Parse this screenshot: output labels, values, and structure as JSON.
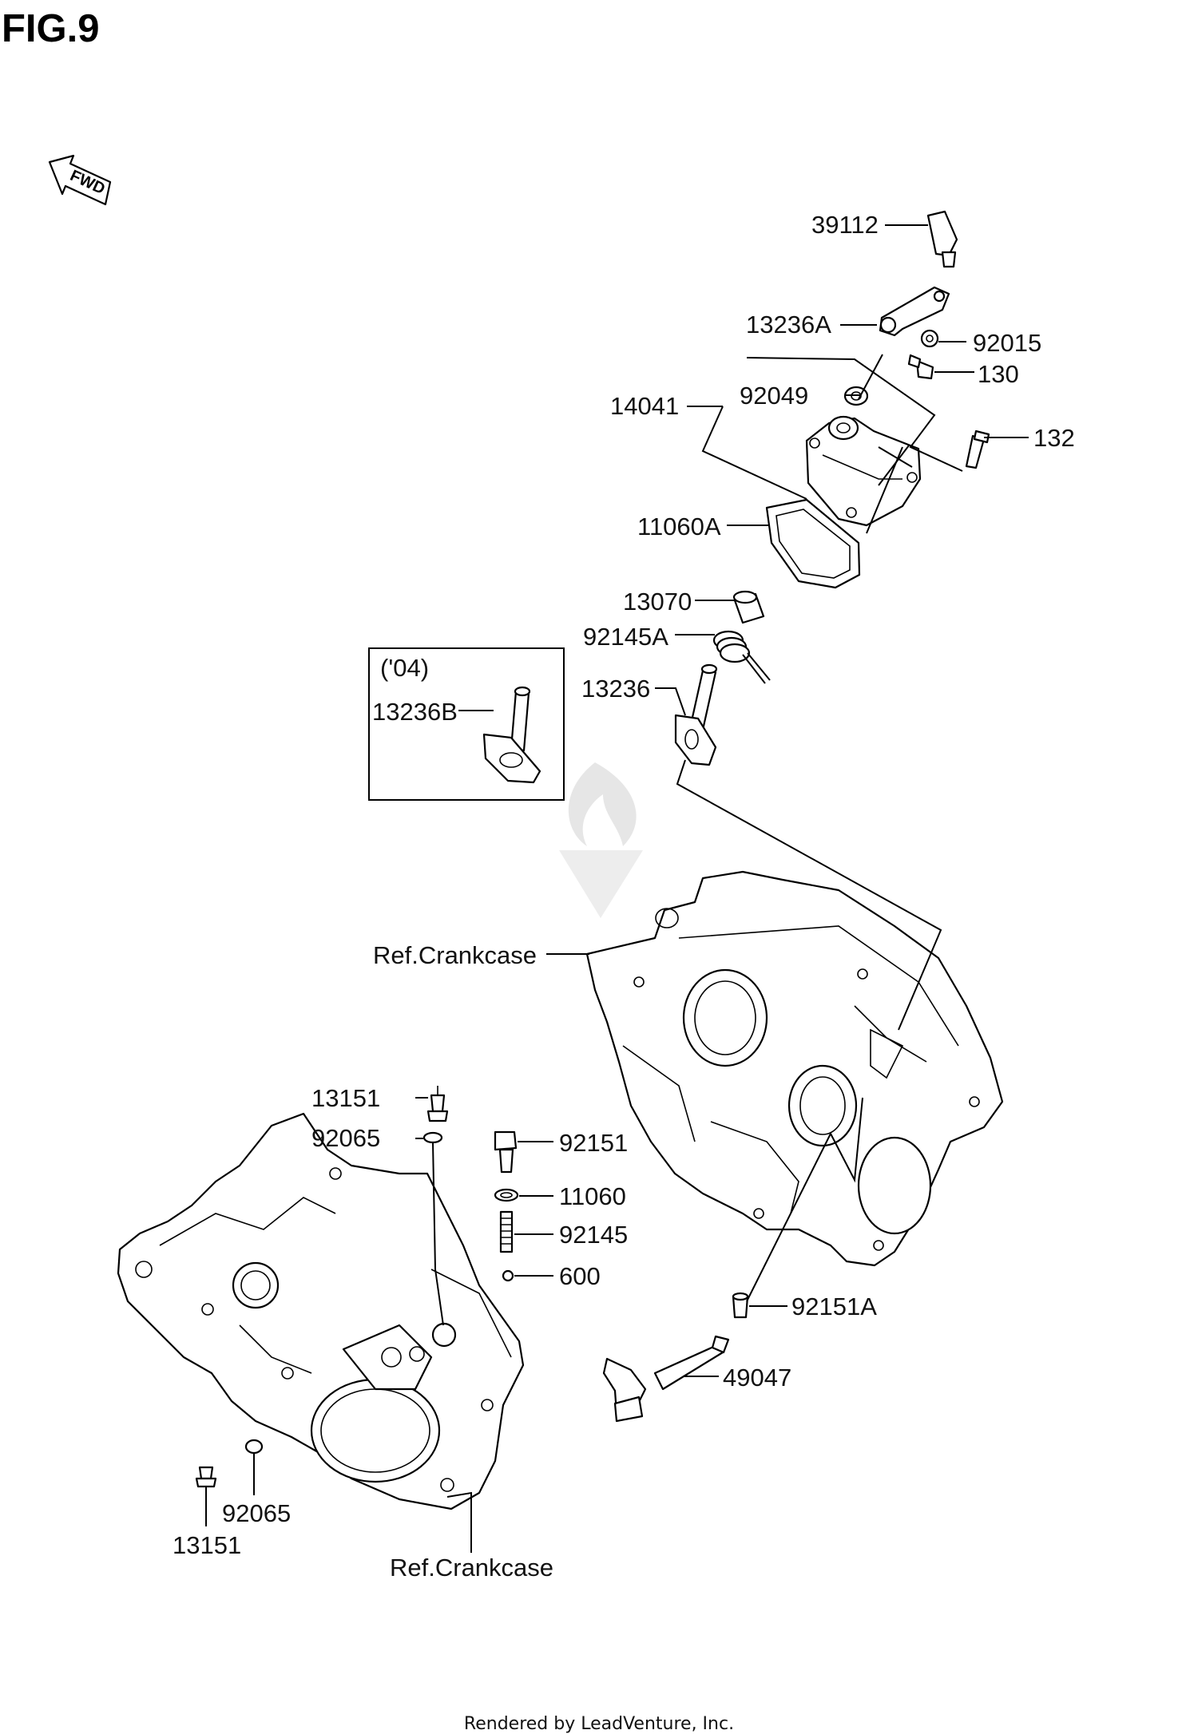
{
  "figure_title": "FIG.9",
  "fwd_label": "FWD",
  "footer": "Rendered by LeadVenture, Inc.",
  "inset_label": "('04)",
  "labels": {
    "p39112": "39112",
    "p13236A": "13236A",
    "p92015": "92015",
    "p130": "130",
    "p14041": "14041",
    "p92049": "92049",
    "p132": "132",
    "p11060A": "11060A",
    "p13070": "13070",
    "p92145A": "92145A",
    "p13236": "13236",
    "p13236B": "13236B",
    "refCrankcaseTop": "Ref.Crankcase",
    "p13151a": "13151",
    "p92065a": "92065",
    "p92151": "92151",
    "p11060": "11060",
    "p92145": "92145",
    "p600": "600",
    "p92151A": "92151A",
    "p49047": "49047",
    "p92065b": "92065",
    "p13151b": "13151",
    "refCrankcaseBottom": "Ref.Crankcase"
  }
}
